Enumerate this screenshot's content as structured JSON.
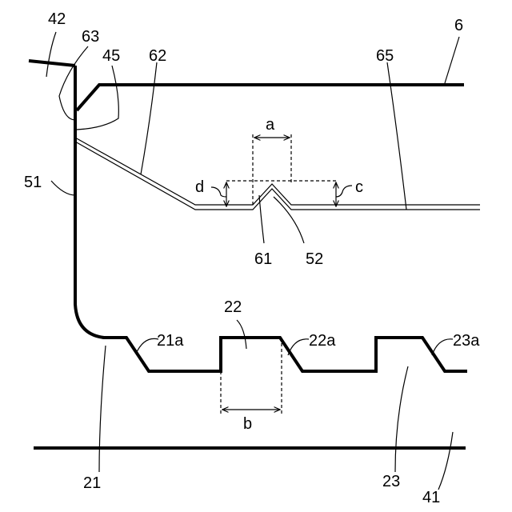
{
  "labels": {
    "l42": "42",
    "l63": "63",
    "l45": "45",
    "l62": "62",
    "l6": "6",
    "l65": "65",
    "l51": "51",
    "la": "a",
    "ld": "d",
    "lc": "c",
    "l61": "61",
    "l52": "52",
    "l22": "22",
    "l21a": "21a",
    "l22a": "22a",
    "l23a": "23a",
    "lb": "b",
    "l21": "21",
    "l23": "23",
    "l41": "41"
  }
}
